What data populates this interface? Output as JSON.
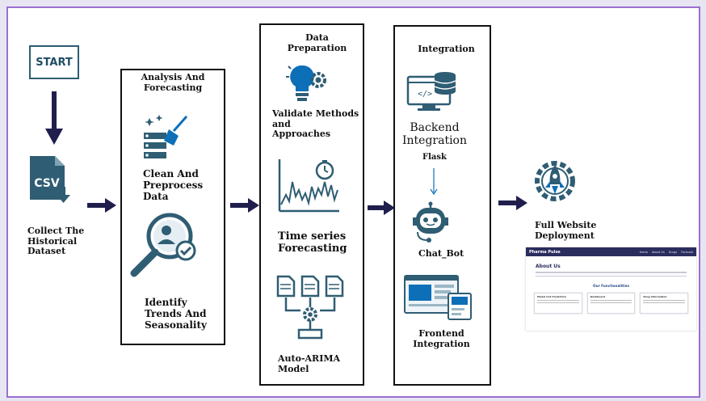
{
  "start": {
    "label": "START"
  },
  "collect": {
    "l1": "Collect The",
    "l2": "Historical",
    "l3": "Dataset",
    "file_badge": "CSV"
  },
  "analysis": {
    "title1": "Analysis And",
    "title2": "Forecasting",
    "clean1": "Clean And",
    "clean2": "Preprocess",
    "clean3": "Data",
    "trend1": "Identify",
    "trend2": "Trends And",
    "trend3": "Seasonality"
  },
  "prep": {
    "title1": "Data",
    "title2": "Preparation",
    "val1": "Validate Methods",
    "val2": "and",
    "val3": "Approaches",
    "ts1": "Time series",
    "ts2": "Forecasting",
    "arima1": "Auto-ARIMA",
    "arima2": "Model"
  },
  "integration": {
    "title": "Integration",
    "backend1": "Backend",
    "backend2": "Integration",
    "flask": "Flask",
    "chatbot": "Chat_Bot",
    "frontend1": "Frontend",
    "frontend2": "Integration"
  },
  "deploy": {
    "l1": "Full Website",
    "l2": "Deployment"
  },
  "website": {
    "brand": "Pharma Pulse",
    "nav": [
      "Home",
      "About Us",
      "Drugs",
      "Forecast"
    ],
    "about": "About Us",
    "functionalities": "Our Functionalities",
    "cards": [
      "Model List Prediction",
      "Dashboard",
      "Drug Information"
    ]
  },
  "colors": {
    "navy": "#1f1e4d",
    "teal": "#2f5d73",
    "frame": "#9a6fd0",
    "accent": "#0d6fb8"
  }
}
